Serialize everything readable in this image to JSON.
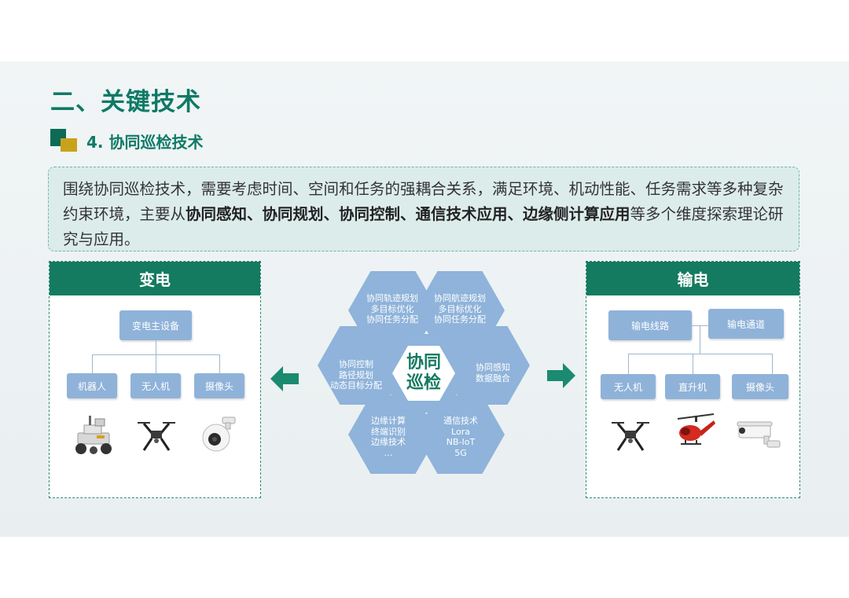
{
  "title": "二、关键技术",
  "subtitle": "4. 协同巡检技术",
  "intro": {
    "p1": "围绕协同巡检技术，需要考虑时间、空间和任务的强耦合关系，满足环境、机动性能、任务需求等多种复杂约束环境，主要从",
    "bold": "协同感知、协同规划、协同控制、通信技术应用、边缘侧计算应用",
    "p2": "等多个维度探索理论研究与应用。"
  },
  "left_panel": {
    "title": "变电",
    "root": "变电主设备",
    "children": [
      "机器人",
      "无人机",
      "摄像头"
    ]
  },
  "right_panel": {
    "title": "输电",
    "roots": [
      "输电线路",
      "输电通道"
    ],
    "children": [
      "无人机",
      "直升机",
      "摄像头"
    ]
  },
  "center": {
    "label_l1": "协同",
    "label_l2": "巡检",
    "tl": [
      "协同轨迹规划",
      "多目标优化",
      "协同任务分配"
    ],
    "tr": [
      "协同航迹规划",
      "多目标优化",
      "协同任务分配"
    ],
    "l": [
      "协同控制",
      "路径规划",
      "动态目标分配"
    ],
    "r": [
      "协同感知",
      "数据融合"
    ],
    "bl": [
      "边缘计算",
      "终端识别",
      "边缘技术",
      "…"
    ],
    "br": [
      "通信技术",
      "Lora",
      "NB-IoT",
      "5G"
    ]
  },
  "colors": {
    "brand_green": "#147a60",
    "node_blue": "#8fb2d9",
    "accent_gold": "#c9a21b"
  }
}
